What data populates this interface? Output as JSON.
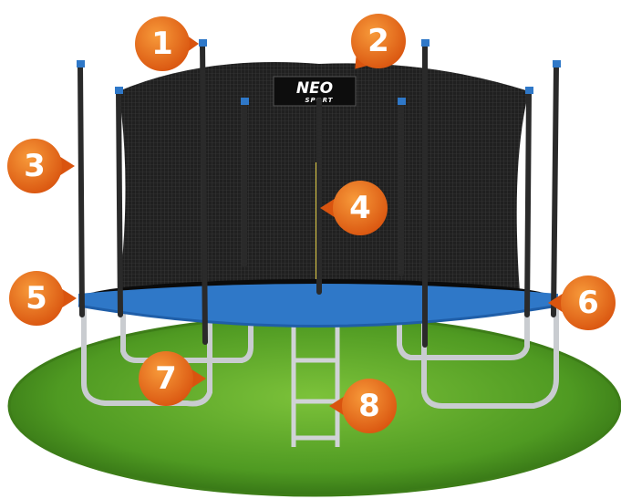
{
  "product": {
    "brand_logo": {
      "name": "NEO",
      "sub": "SPORT"
    },
    "markers": [
      {
        "label": "1",
        "color": "#e86a1c"
      },
      {
        "label": "2",
        "color": "#e86a1c"
      },
      {
        "label": "3",
        "color": "#e86a1c"
      },
      {
        "label": "4",
        "color": "#e86a1c"
      },
      {
        "label": "5",
        "color": "#e86a1c"
      },
      {
        "label": "6",
        "color": "#e86a1c"
      },
      {
        "label": "7",
        "color": "#e86a1c"
      },
      {
        "label": "8",
        "color": "#e86a1c"
      }
    ],
    "colors": {
      "grass": "#4f9a22",
      "pad": "#2f78c8",
      "net": "#1c1c1c",
      "frame": "#c9ccd0"
    }
  }
}
